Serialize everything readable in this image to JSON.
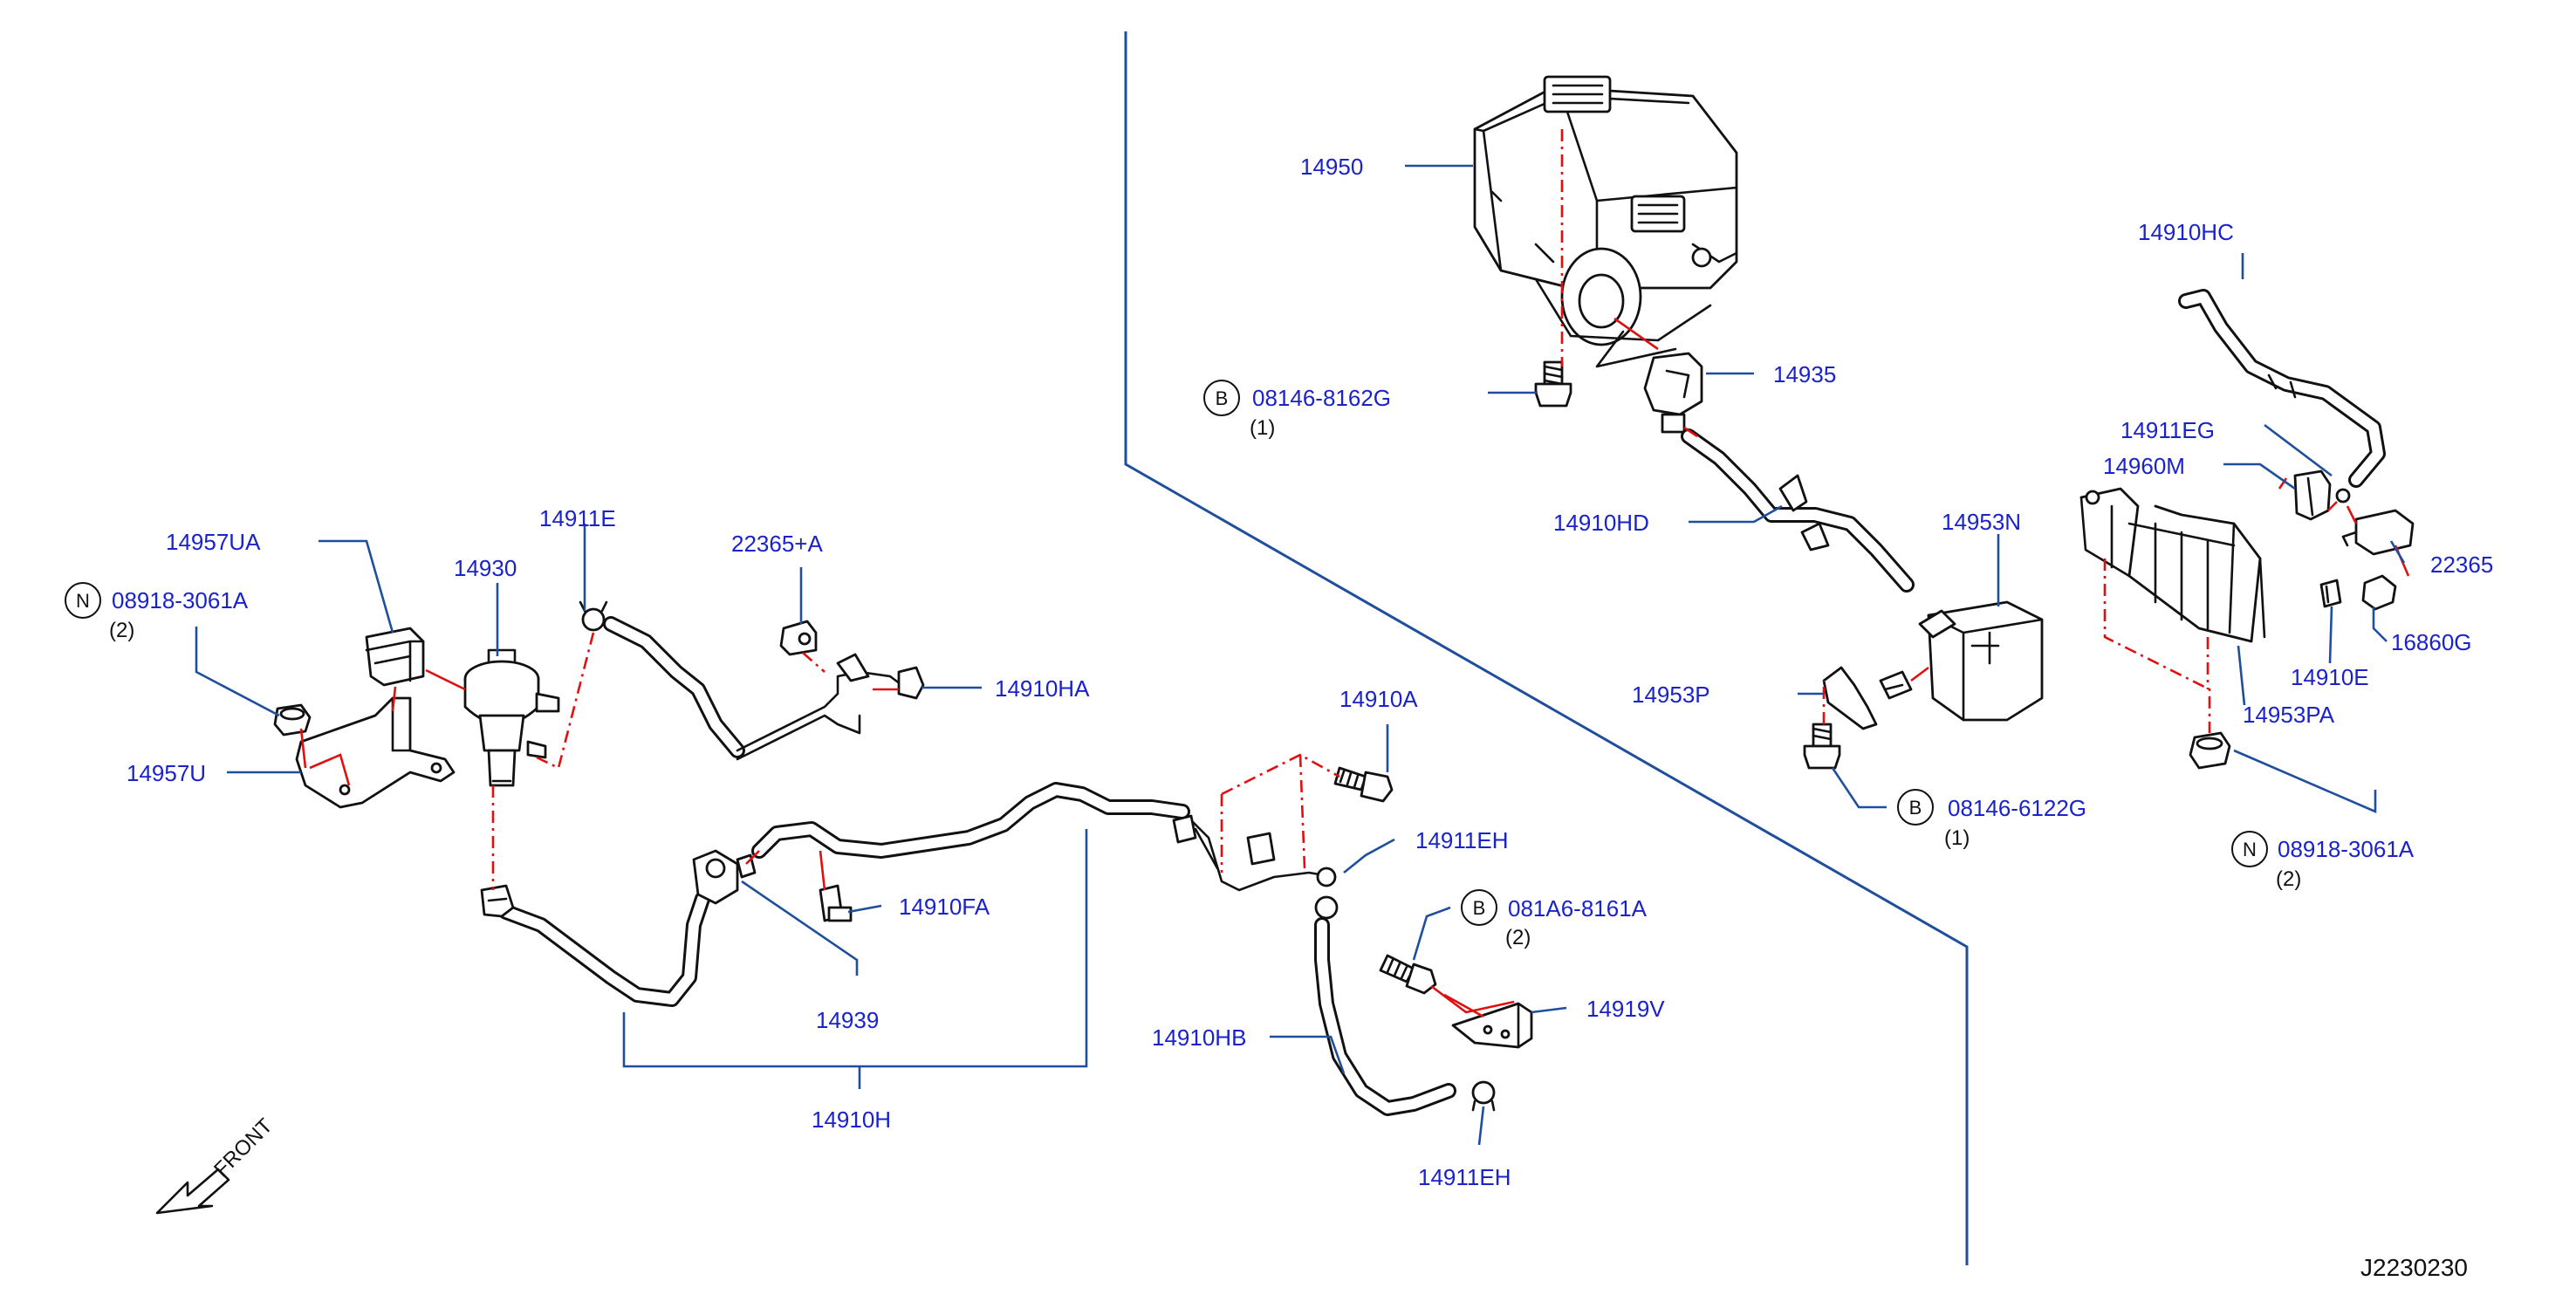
{
  "diagram_id": "J2230230",
  "front_label": "FRONT",
  "colors": {
    "label": "#1a22cc",
    "leader": "#1f4e9c",
    "hidden_line": "#e01010",
    "part_outline": "#111111"
  },
  "parts": [
    {
      "key": "p14950",
      "number": "14950"
    },
    {
      "key": "p14910hc",
      "number": "14910HC"
    },
    {
      "key": "p08146_8162g",
      "number": "08146-8162G",
      "prefix": "B",
      "qty": "(1)"
    },
    {
      "key": "p14935",
      "number": "14935"
    },
    {
      "key": "p14911eg",
      "number": "14911EG"
    },
    {
      "key": "p14960m",
      "number": "14960M"
    },
    {
      "key": "p14910hd",
      "number": "14910HD"
    },
    {
      "key": "p14953n",
      "number": "14953N"
    },
    {
      "key": "p22365",
      "number": "22365"
    },
    {
      "key": "p16860g",
      "number": "16860G"
    },
    {
      "key": "p14957ua",
      "number": "14957UA"
    },
    {
      "key": "p14930",
      "number": "14930"
    },
    {
      "key": "p14911e_a",
      "number": "14911E"
    },
    {
      "key": "p22365a",
      "number": "22365+A"
    },
    {
      "key": "p08918_3061a_left",
      "number": "08918-3061A",
      "prefix": "N",
      "qty": "(2)"
    },
    {
      "key": "p14910ha",
      "number": "14910HA"
    },
    {
      "key": "p14953p",
      "number": "14953P"
    },
    {
      "key": "p14910e",
      "number": "14910E"
    },
    {
      "key": "p14953pa",
      "number": "14953PA"
    },
    {
      "key": "p14957u",
      "number": "14957U"
    },
    {
      "key": "p14910a",
      "number": "14910A"
    },
    {
      "key": "p08146_6122g",
      "number": "08146-6122G",
      "prefix": "B",
      "qty": "(1)"
    },
    {
      "key": "p14911eh_top",
      "number": "14911EH"
    },
    {
      "key": "p08918_3061a_right",
      "number": "08918-3061A",
      "prefix": "N",
      "qty": "(2)"
    },
    {
      "key": "p14910fa",
      "number": "14910FA"
    },
    {
      "key": "p081a6_8161a",
      "number": "081A6-8161A",
      "prefix": "B",
      "qty": "(2)"
    },
    {
      "key": "p14919v",
      "number": "14919V"
    },
    {
      "key": "p14939",
      "number": "14939"
    },
    {
      "key": "p14910hb",
      "number": "14910HB"
    },
    {
      "key": "p14910h",
      "number": "14910H"
    },
    {
      "key": "p14911eh_bottom",
      "number": "14911EH"
    }
  ]
}
